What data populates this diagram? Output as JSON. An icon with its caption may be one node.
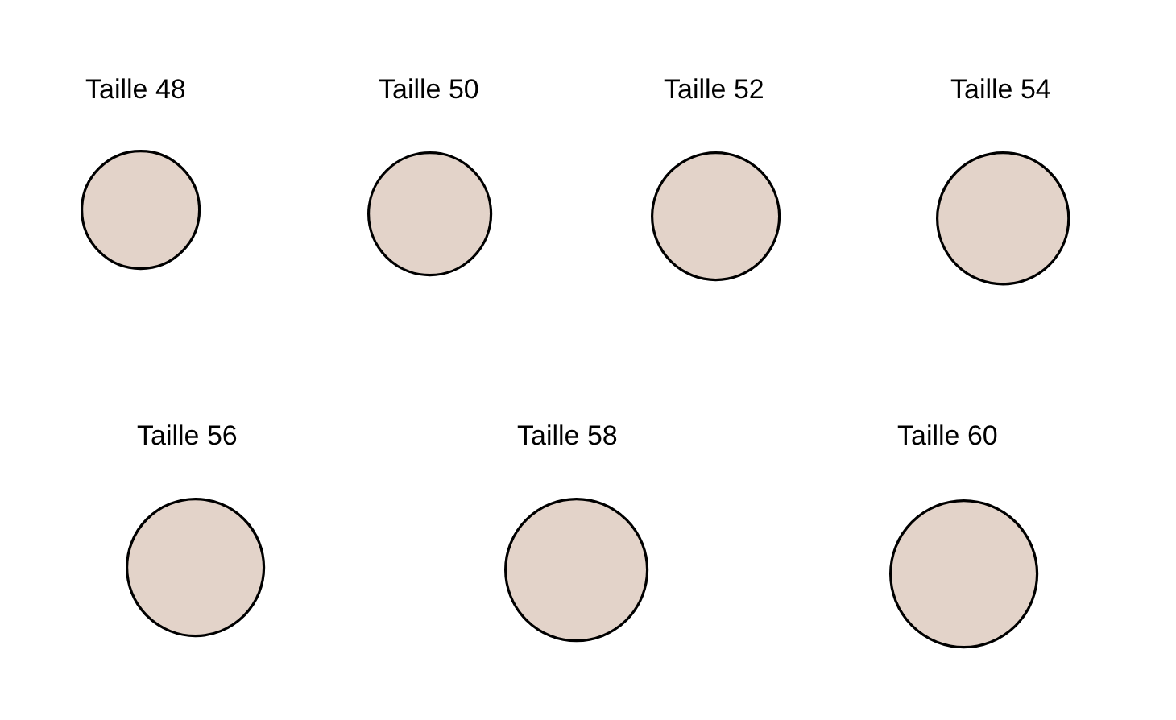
{
  "diagram": {
    "nodes": [
      {
        "text": [
          "Taille 48"
        ]
      },
      {
        "text": [
          "Taille 50"
        ]
      },
      {
        "text": [
          "Taille 52"
        ]
      },
      {
        "text": [
          "Taille 54"
        ]
      },
      {
        "text": [
          "Taille 56"
        ]
      },
      {
        "text": [
          "Taille 58"
        ]
      },
      {
        "text": [
          "Taille 60"
        ]
      }
    ]
  }
}
